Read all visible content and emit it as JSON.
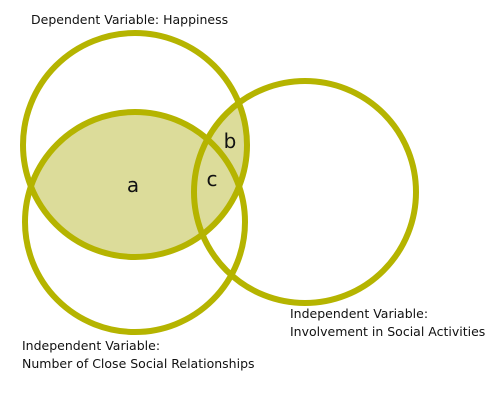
{
  "diagram": {
    "colors": {
      "stroke": "#b5b400",
      "shaded_fill": "#dcdc9a",
      "background": "#ffffff",
      "text": "#111111"
    },
    "labels": {
      "happiness": "Dependent Variable: Happiness",
      "relationships_line1": "Independent Variable:",
      "relationships_line2": "Number of Close Social Relationships",
      "activities_line1": "Independent Variable:",
      "activities_line2": "Involvement in Social Activities"
    },
    "regions": {
      "a": "a",
      "b": "b",
      "c": "c"
    },
    "shaded_regions": [
      "a",
      "b"
    ]
  }
}
